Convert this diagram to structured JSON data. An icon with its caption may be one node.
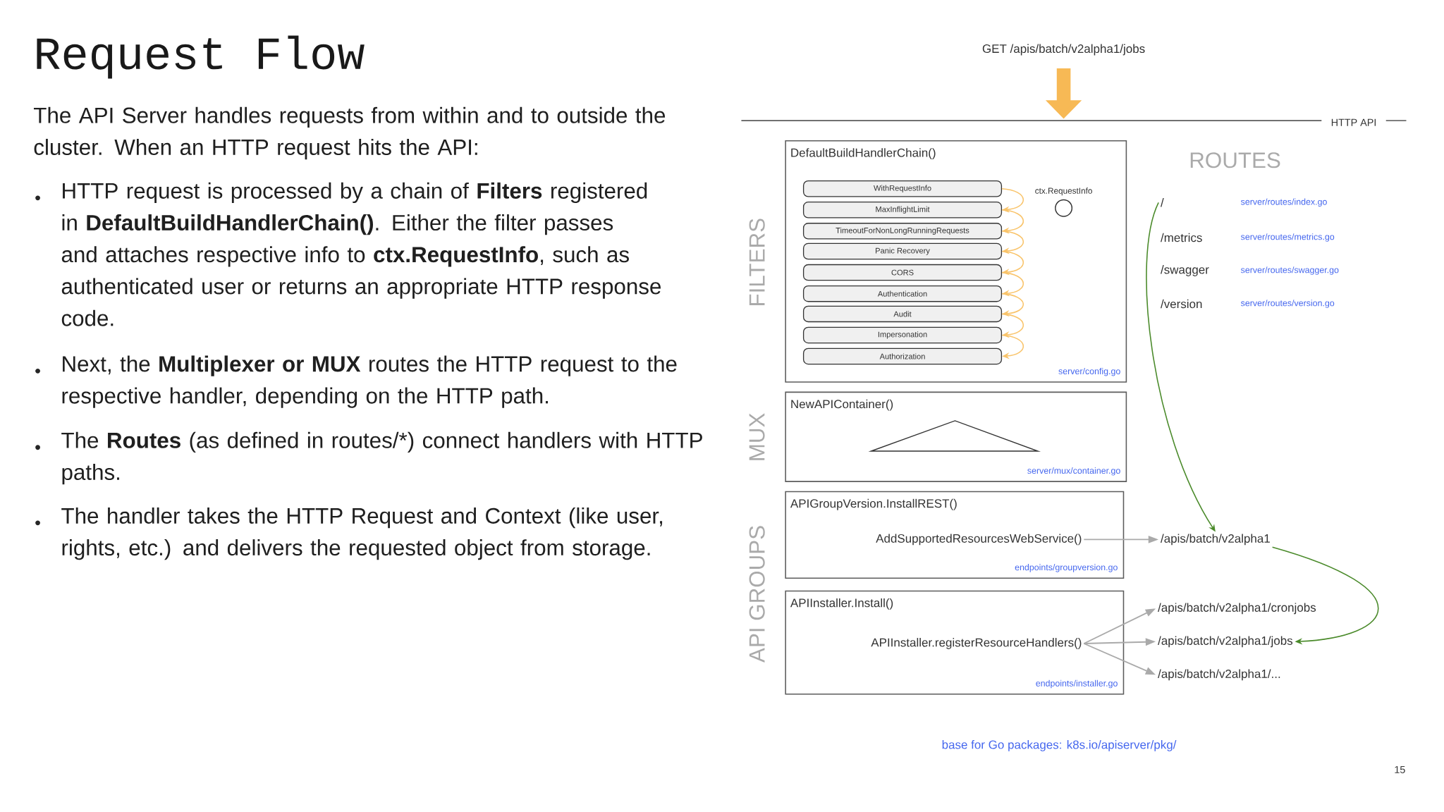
{
  "diagram": {
    "title": "Request Flow",
    "nodes": [
      {
        "text": [
          "GET /apis/batch/v2alpha1/jobs"
        ]
      },
      {
        "text": [
          "DefaultBuildHandlerChain()",
          "server/config.go"
        ]
      },
      {
        "text": [
          "WithRequestInfo"
        ],
        "in": 1
      },
      {
        "text": [
          "MaxInflightLimit"
        ],
        "in": 1
      },
      {
        "text": [
          "TimeoutForNonLongRunningRequests"
        ],
        "in": 1
      },
      {
        "text": [
          "Panic Recovery"
        ],
        "in": 1
      },
      {
        "text": [
          "CORS"
        ],
        "in": 1
      },
      {
        "text": [
          "Authentication"
        ],
        "in": 1
      },
      {
        "text": [
          "Audit"
        ],
        "in": 1
      },
      {
        "text": [
          "Impersonation"
        ],
        "in": 1
      },
      {
        "text": [
          "Authorization"
        ],
        "in": 1
      },
      {
        "text": [],
        "shape": "circle",
        "beside": [
          "ctx.RequestInfo"
        ],
        "in": 1
      },
      {
        "text": [
          "NewAPIContainer()",
          "server/mux/container.go"
        ]
      },
      {
        "text": [
          "APIGroupVersion.InstallREST()",
          "endpoints/groupversion.go"
        ]
      },
      {
        "text": [
          "AddSupportedResourcesWebService()"
        ],
        "in": 13
      },
      {
        "text": [
          "APIInstaller.Install()",
          "endpoints/installer.go"
        ]
      },
      {
        "text": [
          "APIInstaller.registerResourceHandlers()"
        ],
        "in": 15
      },
      {
        "text": [
          "/"
        ],
        "beside": [
          "server/routes/index.go"
        ]
      },
      {
        "text": [
          "/metrics"
        ],
        "beside": [
          "server/routes/metrics.go"
        ]
      },
      {
        "text": [
          "/swagger"
        ],
        "beside": [
          "server/routes/swagger.go"
        ]
      },
      {
        "text": [
          "/version"
        ],
        "beside": [
          "server/routes/version.go"
        ]
      },
      {
        "text": [
          "/apis/batch/v2alpha1"
        ]
      },
      {
        "text": [
          "/apis/batch/v2alpha1/cronjobs"
        ]
      },
      {
        "text": [
          "/apis/batch/v2alpha1/jobs"
        ]
      },
      {
        "text": [
          "/apis/batch/v2alpha1/..."
        ]
      }
    ],
    "edges": [
      {
        "from": 0,
        "to": null,
        "arrow": "to",
        "style": "thick",
        "color": "#f7b955"
      },
      {
        "from": 2,
        "to": 3,
        "arrow": "to",
        "color": "#f9c46b"
      },
      {
        "from": 3,
        "to": 4,
        "arrow": "to",
        "color": "#f9c46b"
      },
      {
        "from": 4,
        "to": 5,
        "arrow": "to",
        "color": "#f9c46b"
      },
      {
        "from": 5,
        "to": 6,
        "arrow": "to",
        "color": "#f9c46b"
      },
      {
        "from": 6,
        "to": 7,
        "arrow": "to",
        "color": "#f9c46b"
      },
      {
        "from": 7,
        "to": 8,
        "arrow": "to",
        "color": "#f9c46b"
      },
      {
        "from": 8,
        "to": 9,
        "arrow": "to",
        "color": "#f9c46b"
      },
      {
        "from": 9,
        "to": 10,
        "arrow": "to",
        "color": "#f9c46b"
      },
      {
        "from": 14,
        "to": 21,
        "arrow": "to",
        "color": "#aaaaaa"
      },
      {
        "from": 16,
        "to": 22,
        "arrow": "to",
        "color": "#aaaaaa"
      },
      {
        "from": 16,
        "to": 23,
        "arrow": "to",
        "color": "#aaaaaa"
      },
      {
        "from": 16,
        "to": 24,
        "arrow": "to",
        "color": "#aaaaaa"
      },
      {
        "from": 17,
        "to": 21,
        "arrow": "to",
        "color": "#4a8a2a"
      },
      {
        "from": 21,
        "to": 23,
        "arrow": "to",
        "color": "#4a8a2a"
      }
    ],
    "labels": [
      "HTTP API",
      "ROUTES",
      "FILTERS",
      "MUX",
      "API GROUPS",
      "The API Server handles requests from within and to outside the cluster. When an HTTP request hits the API:",
      "HTTP request is processed by a chain of **Filters** registered in **DefaultBuildHandlerChain()**. Either the filter passes and attaches respective info to **ctx.RequestInfo**, such as authenticated user or returns an appropriate HTTP response code.",
      "Next, the **Multiplexer or MUX** routes the HTTP request to the respective handler, depending on the HTTP path.",
      "The **Routes** (as defined in routes/*) connect handlers with HTTP paths.",
      "The handler takes the HTTP Request and Context (like user, rights, etc.) and delivers the requested object from storage.",
      "base for Go packages: k8s.io/apiserver/pkg/",
      "15"
    ]
  }
}
